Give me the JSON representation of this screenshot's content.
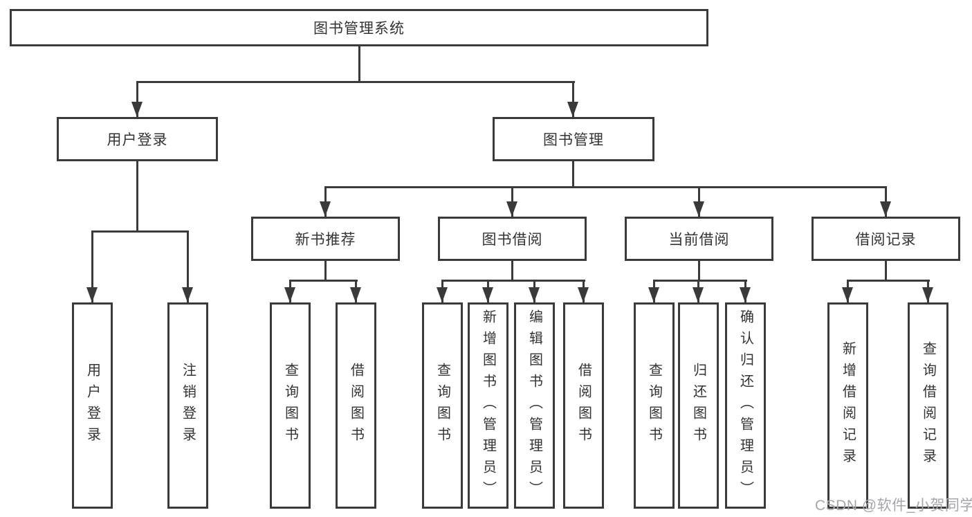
{
  "colors": {
    "background": "#ffffff",
    "line": "#3a3a3a",
    "node_text": "#333333",
    "watermark_text": "#a5a5ab"
  },
  "watermark": {
    "text": "CSDN @软件_小贺同学"
  },
  "tree": {
    "label": "图书管理系统",
    "children": [
      {
        "label": "用户登录",
        "children": [
          {
            "label": "用户登录"
          },
          {
            "label": "注销登录"
          }
        ]
      },
      {
        "label": "图书管理",
        "children": [
          {
            "label": "新书推荐",
            "children": [
              {
                "label": "查询图书"
              },
              {
                "label": "借阅图书"
              }
            ]
          },
          {
            "label": "图书借阅",
            "children": [
              {
                "label": "查询图书"
              },
              {
                "label": "新增图书（管理员）"
              },
              {
                "label": "编辑图书（管理员）"
              },
              {
                "label": "借阅图书"
              }
            ]
          },
          {
            "label": "当前借阅",
            "children": [
              {
                "label": "查询图书"
              },
              {
                "label": "归还图书"
              },
              {
                "label": "确认归还（管理员）"
              }
            ]
          },
          {
            "label": "借阅记录",
            "children": [
              {
                "label": "新增借阅记录"
              },
              {
                "label": "查询借阅记录"
              }
            ]
          }
        ]
      }
    ]
  }
}
